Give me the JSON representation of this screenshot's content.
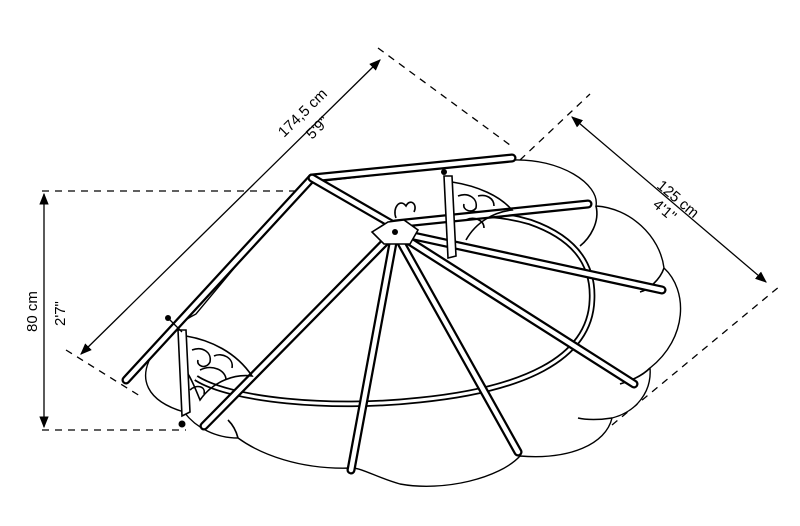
{
  "dimensions": {
    "width": {
      "metric": "174,5 cm",
      "imperial": "5'9\""
    },
    "depth": {
      "metric": "125 cm",
      "imperial": "4'1\""
    },
    "height": {
      "metric": "80 cm",
      "imperial": "2'7\""
    }
  },
  "colors": {
    "line": "#000000",
    "background": "#ffffff"
  }
}
